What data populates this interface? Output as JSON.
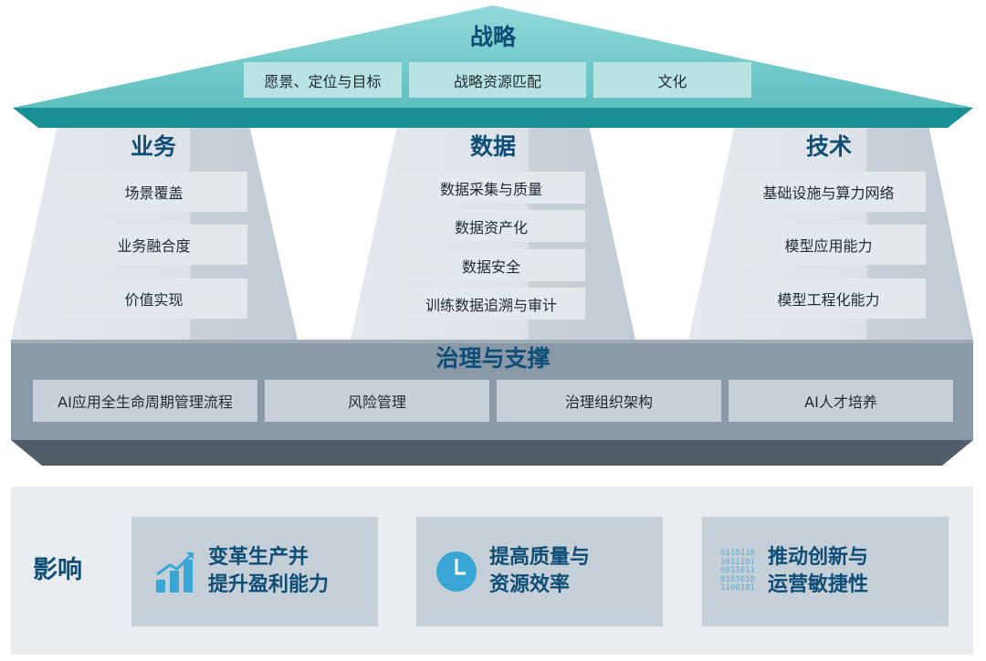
{
  "roof": {
    "title": "战略",
    "items": [
      "愿景、定位与目标",
      "战略资源匹配",
      "文化"
    ]
  },
  "pillars": [
    {
      "title": "业务",
      "items": [
        "场景覆盖",
        "业务融合度",
        "价值实现"
      ]
    },
    {
      "title": "数据",
      "items": [
        "数据采集与质量",
        "数据资产化",
        "数据安全",
        "训练数据追溯与审计"
      ]
    },
    {
      "title": "技术",
      "items": [
        "基础设施与算力网络",
        "模型应用能力",
        "模型工程化能力"
      ]
    }
  ],
  "governance": {
    "title": "治理与支撑",
    "items": [
      "AI应用全生命周期管理流程",
      "风险管理",
      "治理组织架构",
      "AI人才培养"
    ]
  },
  "impact": {
    "title": "影响",
    "cards": [
      {
        "icon": "rising-bar-chart-icon",
        "line1": "变革生产并",
        "line2": "提升盈利能力"
      },
      {
        "icon": "clock-icon",
        "line1": "提高质量与",
        "line2": "资源效率"
      },
      {
        "icon": "binary-code-icon",
        "line1": "推动创新与",
        "line2": "运营敏捷性"
      }
    ]
  },
  "colors": {
    "roof_top": "#7dcfcf",
    "roof_base": "#1a8f94",
    "pillar_light": "#dde3e9",
    "pillar_shade": "#c9d1d9",
    "governance_band": "#8a99a7",
    "governance_base": "#515e69",
    "title_text": "#0e4d75",
    "icon_blue": "#3aa6d6",
    "impact_panel": "#e8ecef",
    "impact_card": "#c5cfd8"
  }
}
